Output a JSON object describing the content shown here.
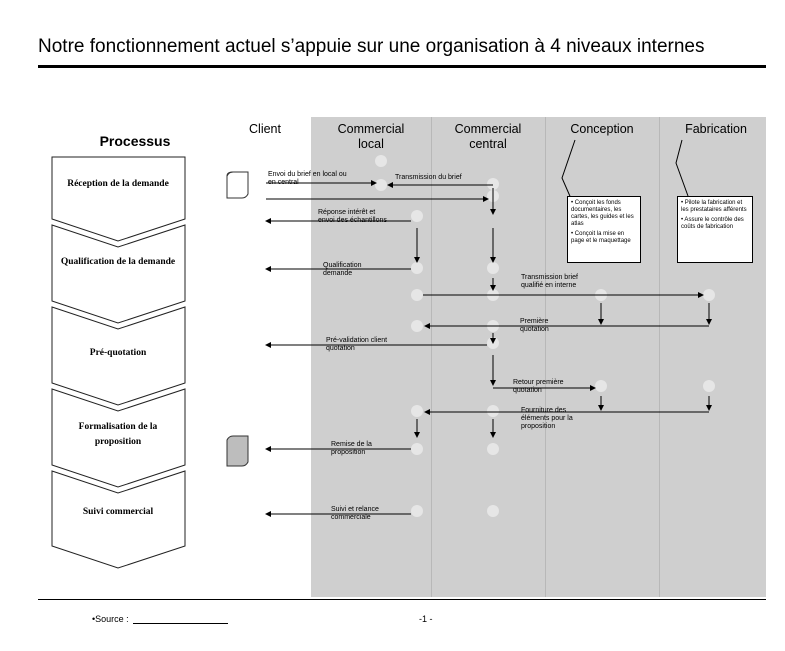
{
  "title": "Notre fonctionnement actuel s’appuie sur une organisation à 4 niveaux internes",
  "columns": {
    "client": "Client",
    "commercial_local": "Commercial local",
    "commercial_central": "Commercial central",
    "conception": "Conception",
    "fabrication": "Fabrication"
  },
  "process": {
    "heading": "Processus",
    "steps": [
      "Réception de la demande",
      "Qualification de la demande",
      "Pré-quotation",
      "Formalisation de la proposition",
      "Suivi commercial"
    ]
  },
  "flows": {
    "envoi_brief": "Envoi du brief en local ou en central",
    "transmission_brief": "Transmission du brief",
    "reponse_interet": "Réponse intérêt et envoi des échantillons",
    "qualification_demande": "Qualification demande",
    "transmission_brief_qualifie": "Transmission brief qualifié en interne",
    "premiere_quotation": "Première quotation",
    "pre_validation": "Pré-validation client quotation",
    "retour_premiere_quotation": "Retour première quotation",
    "fourniture_elements": "Fourniture des éléments pour la proposition",
    "remise_proposition": "Remise de la proposition",
    "suivi_relance": "Suivi et relance commerciale"
  },
  "notes": {
    "conception": [
      "• Conçoit les fonds documentaires, les cartes, les guides et les atlas",
      "• Conçoit la mise en page et le maquettage"
    ],
    "fabrication": [
      "• Pilote la fabrication et les prestataires afférents",
      "• Assure le contrôle des coûts de fabrication"
    ]
  },
  "footer": {
    "source": "•Source :",
    "page": "-1 -"
  }
}
